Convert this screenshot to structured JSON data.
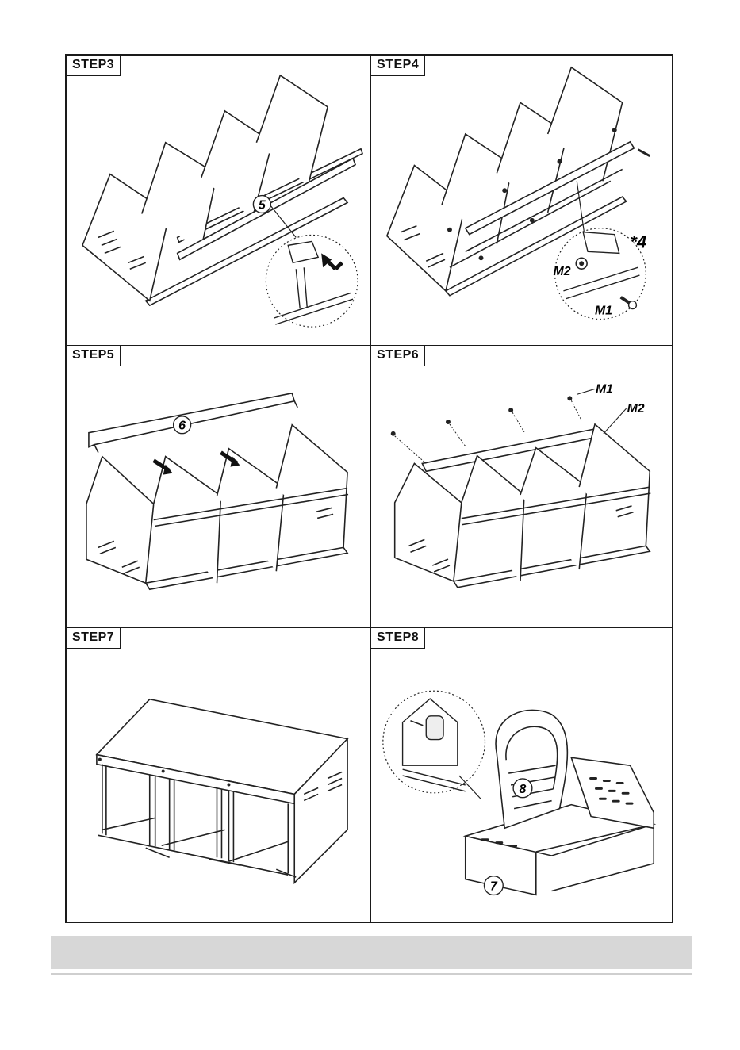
{
  "steps": [
    {
      "label": "STEP3",
      "callouts": [
        "5"
      ]
    },
    {
      "label": "STEP4",
      "callouts": [
        "*4",
        "M2",
        "M1"
      ]
    },
    {
      "label": "STEP5",
      "callouts": [
        "6"
      ]
    },
    {
      "label": "STEP6",
      "callouts": [
        "M1",
        "M2"
      ]
    },
    {
      "label": "STEP7",
      "callouts": []
    },
    {
      "label": "STEP8",
      "callouts": [
        "8",
        "7"
      ]
    }
  ]
}
